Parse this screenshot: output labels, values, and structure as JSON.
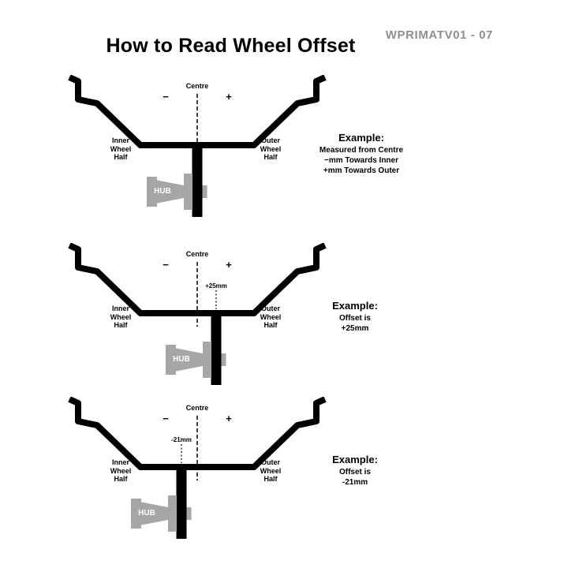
{
  "header": {
    "title": "How to Read Wheel Offset",
    "part_number": "WPRIMATV01 - 07"
  },
  "shared_labels": {
    "centre": "Centre",
    "minus_marker": "−",
    "plus_marker": "+",
    "inner_half": [
      "Inner",
      "Wheel",
      "Half"
    ],
    "outer_half": [
      "Outer",
      "Wheel",
      "Half"
    ],
    "hub": "HUB"
  },
  "diagrams": [
    {
      "name": "offset-key",
      "example_heading": "Example:",
      "example_lines": [
        "Measured from Centre",
        "−mm Towards Inner",
        "+mm Towards Outer"
      ]
    },
    {
      "name": "positive-offset",
      "offset_value": "+25mm",
      "example_heading": "Example:",
      "example_lines": [
        "Offset is",
        "+25mm"
      ]
    },
    {
      "name": "negative-offset",
      "offset_value": "-21mm",
      "example_heading": "Example:",
      "example_lines": [
        "Offset is",
        "-21mm"
      ]
    }
  ],
  "colors": {
    "line": "#000000",
    "hub_gray": "#a6a6a6",
    "part_number_gray": "#8e8e8e",
    "background": "#ffffff"
  }
}
